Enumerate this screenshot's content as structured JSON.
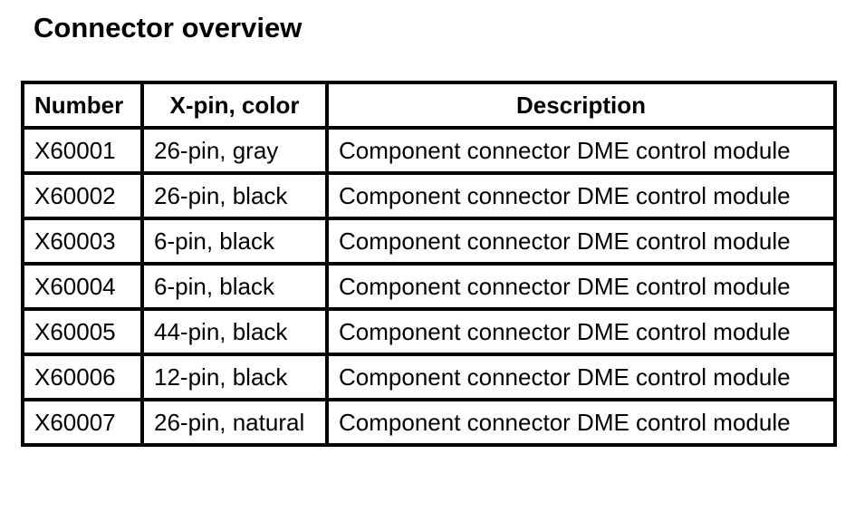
{
  "title": "Connector overview",
  "table": {
    "headers": [
      "Number",
      "X-pin, color",
      "Description"
    ],
    "rows": [
      [
        "X60001",
        "26-pin, gray",
        "Component connector DME control module"
      ],
      [
        "X60002",
        "26-pin, black",
        "Component connector DME control module"
      ],
      [
        "X60003",
        "6-pin, black",
        "Component connector DME control module"
      ],
      [
        "X60004",
        "6-pin, black",
        "Component connector DME control module"
      ],
      [
        "X60005",
        "44-pin, black",
        "Component connector DME control module"
      ],
      [
        "X60006",
        "12-pin, black",
        "Component connector DME control module"
      ],
      [
        "X60007",
        "26-pin, natural",
        "Component connector DME control module"
      ]
    ]
  }
}
